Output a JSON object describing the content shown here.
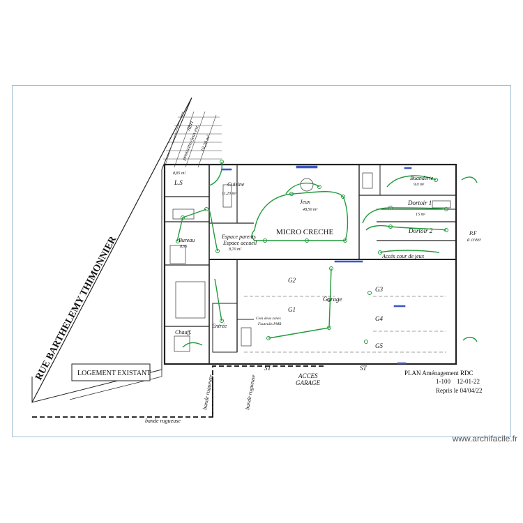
{
  "plan": {
    "street": "RUE BARTHELEMY THIMONNIER",
    "existing_housing": "LOGEMENT EXISTANT",
    "main_title": "MICRO CRECHE",
    "title_block": {
      "line1": "PLAN Aménagement RDC",
      "scale": "1-100",
      "date": "12-01-22",
      "revised": "Repris le 04/04/22"
    },
    "rooms": {
      "abri": "Abri",
      "abri_sub": "poussettes/jeux ext.",
      "abri_area": "10,20 m²",
      "ls": "L.S",
      "ls_area": "8,85 m²",
      "cuisine": "Cuisine",
      "cuisine_area": "11,20 m²",
      "jeux": "Jeux",
      "jeux_area": "48,50 m²",
      "buanderie": "Buanderie",
      "buanderie_area": "9,0 m²",
      "dortoir1": "Dortoir 1",
      "dortoir1_area": "15 m²",
      "dortoir2": "Dortoir 2",
      "espace": "Espace parents",
      "espace2": "Espace accueil",
      "espace_area": "8,70 m²",
      "bureau": "Bureau",
      "bureau_area": "8,95",
      "entree": "Entrée",
      "chauff": "Chauff.",
      "garage": "Garage",
      "cour": "Accès cour de jeux",
      "pf": "P.F",
      "pf_sub": "à créer",
      "acces": "ACCES",
      "acces2": "GARAGE",
      "pmr": "Cela deux zones",
      "pmr2": "Fauteuils PMR"
    },
    "garage_slots": [
      "G1",
      "G2",
      "G3",
      "G4",
      "G5"
    ],
    "parking": [
      "ST",
      "ST"
    ],
    "bandes": [
      "bande rugueuse",
      "bande rugueuse",
      "bande rugueuse"
    ]
  },
  "watermark": "www.archifacile.fr",
  "colors": {
    "frame": "#9fbfd6",
    "wall": "#222222",
    "circuit": "#1f9a3a",
    "dim": "#3a57c8"
  }
}
